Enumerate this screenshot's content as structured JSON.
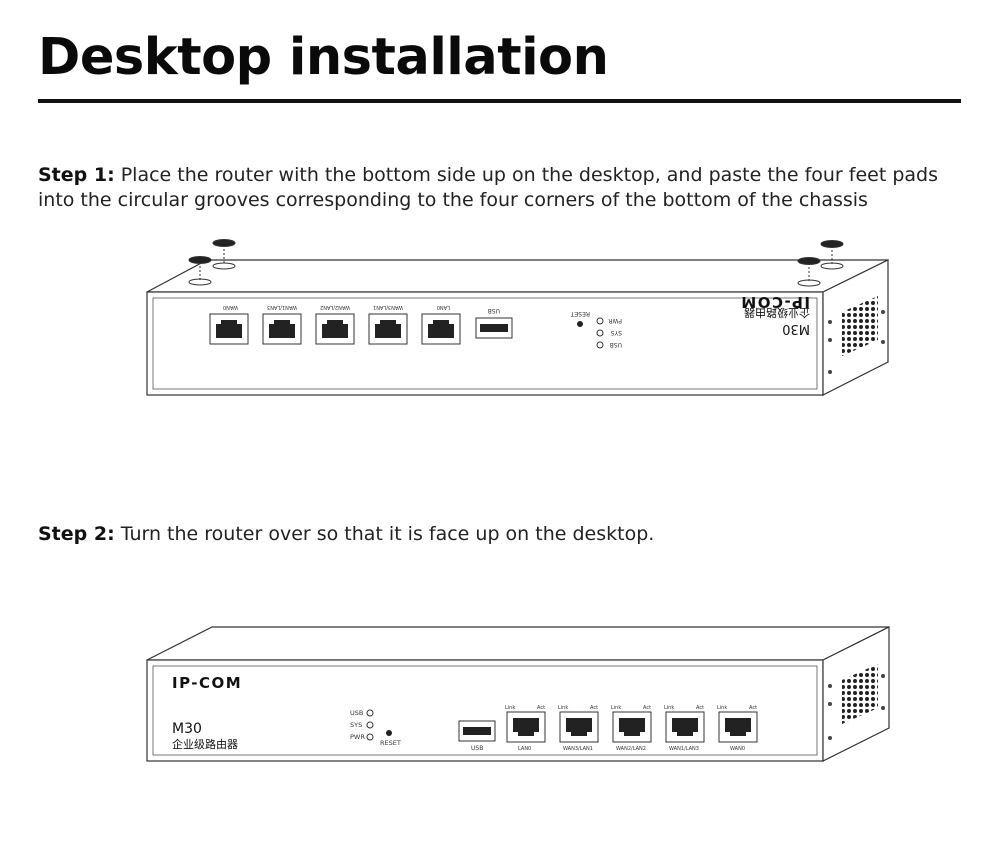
{
  "title": "Desktop installation",
  "step1": {
    "label": "Step 1:",
    "text": " Place the router with the bottom side up on the desktop, and paste the four feet pads into the circular grooves corresponding to the four corners of the bottom of the chassis"
  },
  "step2": {
    "label": "Step 2:",
    "text": " Turn the router over so that it is face up on the desktop."
  },
  "router": {
    "brand": "IP-COM",
    "model": "M30",
    "model_cn": "企业级路由器",
    "leds": [
      "USB",
      "SYS",
      "PWR"
    ],
    "reset": "RESET",
    "usb": "USB",
    "ports": [
      "LAN0",
      "WAN3/LAN1",
      "WAN2/LAN2",
      "WAN1/LAN3",
      "WAN0"
    ],
    "port_link": "Link",
    "port_act": "Act"
  },
  "flipped_ports": [
    "WAN0",
    "WAN1/LAN3",
    "WAN2/LAN2",
    "WAN3/LAN1",
    "LAN0"
  ]
}
